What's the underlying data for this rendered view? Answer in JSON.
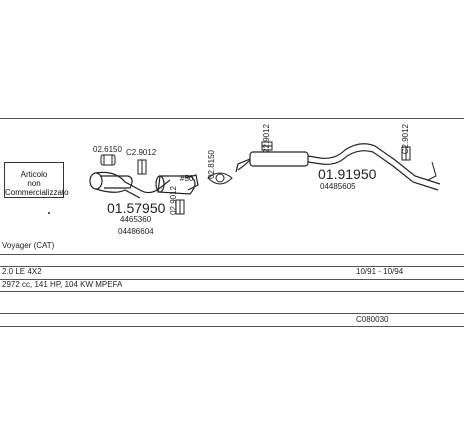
{
  "note_box": {
    "line1": "Articolo",
    "line2": "non",
    "line3": "Commercializzato"
  },
  "parts": {
    "p1_code": "02.6150",
    "p2_code": "C2.9012",
    "p3_code": "02.9012",
    "p4_code": "#50",
    "p5_code": "02.8150",
    "p6_code": "22.9012",
    "p7_code": "C2.9012",
    "front_silencer_number": "01.57950",
    "front_sub1": "4465360",
    "front_sub2": "04486604",
    "mid_silencer_number": "01.91950",
    "mid_sub": "04485605"
  },
  "vehicle": {
    "model": "Voyager (CAT)",
    "engine": "2.0 LE 4X2",
    "dates": "10/91 - 10/94",
    "specs": "2972 cc, 141 HP, 104 KW MPEFA",
    "code": "C080030"
  }
}
